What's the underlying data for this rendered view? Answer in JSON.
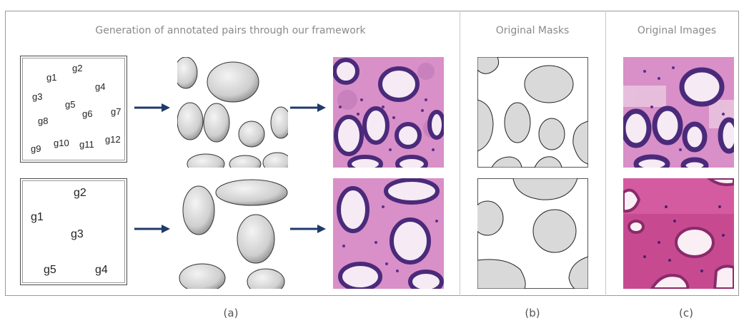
{
  "titles": {
    "generation": "Generation of annotated pairs through our framework",
    "original_masks": "Original Masks",
    "original_images": "Original Images"
  },
  "layout_top": {
    "labels": [
      "g1",
      "g2",
      "g3",
      "g4",
      "g5",
      "g6",
      "g7",
      "g8",
      "g9",
      "g10",
      "g11",
      "g12"
    ]
  },
  "layout_bottom": {
    "labels": [
      "g2",
      "g1",
      "g3",
      "g5",
      "g4"
    ]
  },
  "captions": {
    "a": "(a)",
    "b": "(b)",
    "c": "(c)"
  },
  "colors": {
    "arrow": "#1f3a6b",
    "mask_fill": "#d9d9d9",
    "tissue_pink": "#d98fc8",
    "nuclei_purple": "#4a2a7a"
  }
}
